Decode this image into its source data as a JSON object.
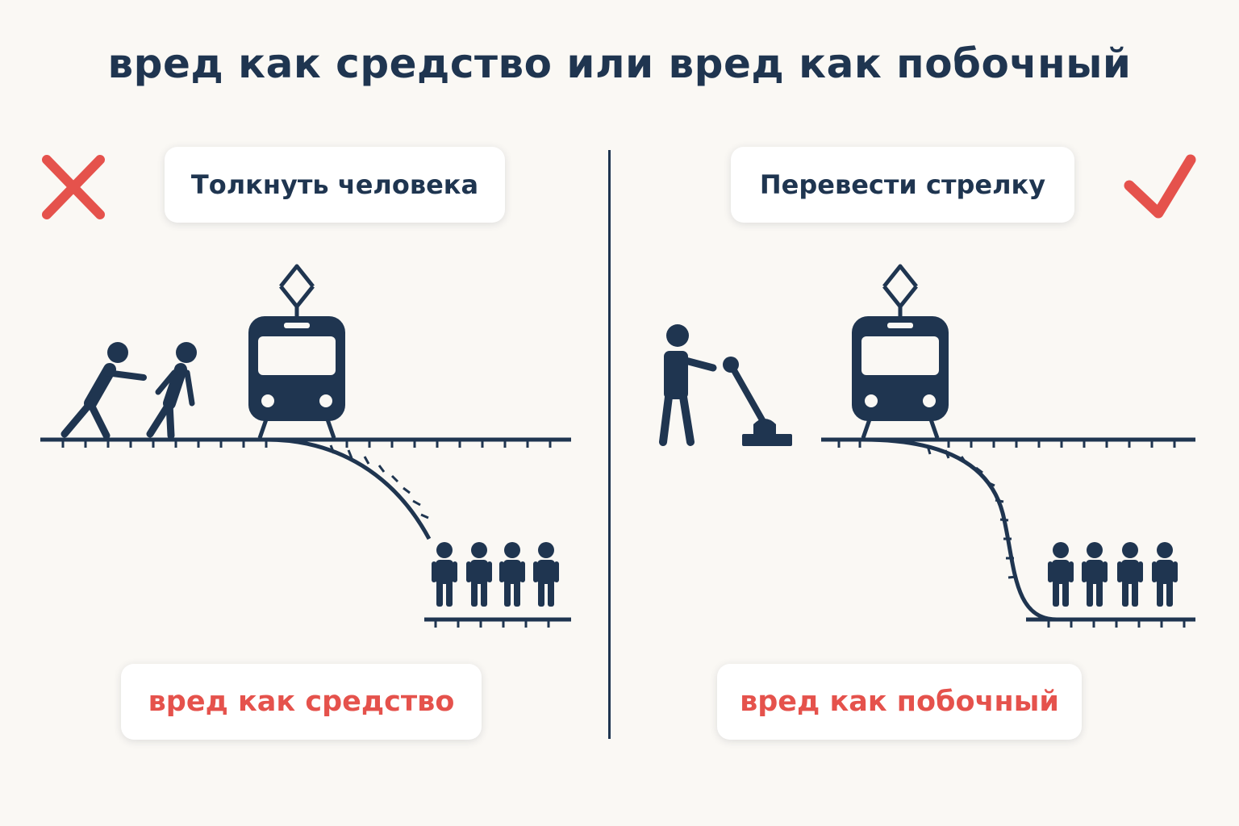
{
  "title": "вред как средство или вред как побочный",
  "left": {
    "marker": "cross",
    "action": "Толкнуть человека",
    "label": "вред как средство"
  },
  "right": {
    "marker": "check",
    "action": "Перевести стрелку",
    "label": "вред как побочный"
  },
  "colors": {
    "navy": "#1f3550",
    "accent_red": "#e5524c",
    "background": "#faf8f4"
  }
}
